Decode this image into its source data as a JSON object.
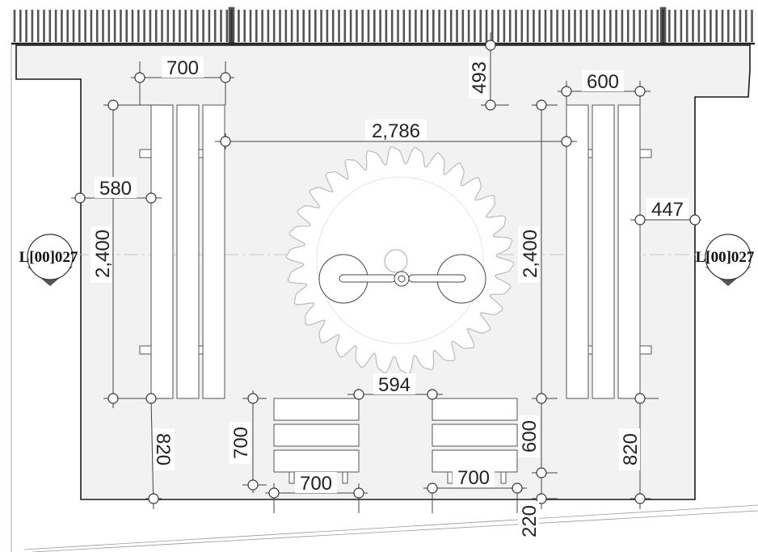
{
  "colors": {
    "floor": "#f2f2f2",
    "outline": "#1a1a1a",
    "dimension": "#444444",
    "marker_fill": "#555555"
  },
  "dimensions": {
    "left_bench_width": "700",
    "left_offset": "580",
    "left_height": "2,400",
    "left_bottom": "820",
    "top_gap": "493",
    "right_bench_width": "600",
    "center_span": "2,786",
    "right_offset": "447",
    "right_height": "2,400",
    "right_bottom": "820",
    "seat_gap": "594",
    "seat_left_height": "700",
    "seat_left_width": "700",
    "seat_right_height": "600",
    "seat_right_width": "700",
    "bottom_right": "220"
  },
  "section_tags": {
    "left": "L[00]027",
    "right": "L[00]027"
  }
}
